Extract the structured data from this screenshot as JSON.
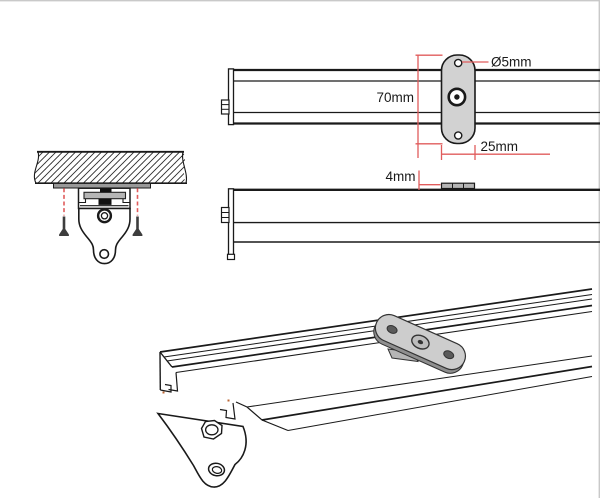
{
  "drawing": {
    "labels": {
      "hole_diameter": "Ø5mm",
      "bracket_length": "70mm",
      "bracket_width": "25mm",
      "plate_thickness": "4mm"
    },
    "colors": {
      "line": "#1a1a1a",
      "dimension_red": "#e05c5c",
      "bracket_gray": "#d2d2d2",
      "bracket_gray_3d": "#cdcdcd",
      "plate_gray": "#999999",
      "bar_gray": "#b5b5b5",
      "screw_dark": "#3d3d3d",
      "frame_gray": "#c9c9c9",
      "background": "#ffffff"
    }
  }
}
